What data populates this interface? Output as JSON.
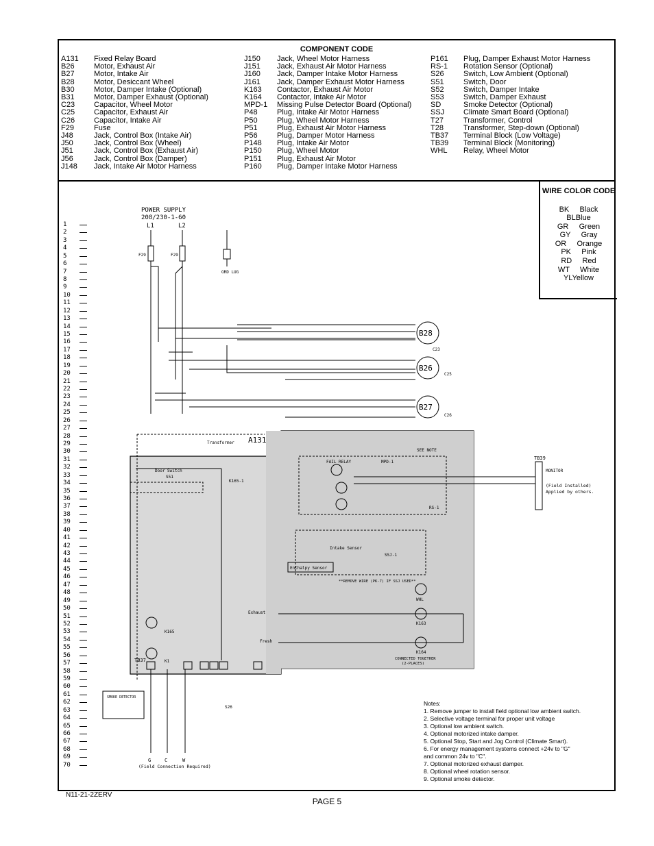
{
  "component_code": {
    "title": "COMPONENT CODE",
    "col1": [
      {
        "code": "A131",
        "desc": "Fixed Relay Board"
      },
      {
        "code": "B26",
        "desc": "Motor, Exhaust Air"
      },
      {
        "code": "B27",
        "desc": "Motor, Intake Air"
      },
      {
        "code": "B28",
        "desc": "Motor, Desiccant Wheel"
      },
      {
        "code": "B30",
        "desc": "Motor, Damper Intake (Optional)"
      },
      {
        "code": "B31",
        "desc": "Motor, Damper Exhaust (Optional)"
      },
      {
        "code": "C23",
        "desc": "Capacitor, Wheel Motor"
      },
      {
        "code": "C25",
        "desc": "Capacitor, Exhaust Air"
      },
      {
        "code": "C26",
        "desc": "Capacitor, Intake Air"
      },
      {
        "code": "F29",
        "desc": "Fuse"
      },
      {
        "code": "J48",
        "desc": "Jack, Control Box (Intake Air)"
      },
      {
        "code": "J50",
        "desc": "Jack, Control Box (Wheel)"
      },
      {
        "code": "J51",
        "desc": "Jack, Control Box (Exhaust Air)"
      },
      {
        "code": "J56",
        "desc": "Jack, Control Box (Damper)"
      },
      {
        "code": "J148",
        "desc": "Jack, Intake Air Motor Harness"
      }
    ],
    "col2": [
      {
        "code": "J150",
        "desc": "Jack, Wheel Motor Harness"
      },
      {
        "code": "J151",
        "desc": "Jack, Exhaust Air Motor Harness"
      },
      {
        "code": "J160",
        "desc": "Jack, Damper Intake Motor Harness"
      },
      {
        "code": "J161",
        "desc": "Jack, Damper Exhaust Motor Harness"
      },
      {
        "code": "K163",
        "desc": "Contactor, Exhaust Air Motor"
      },
      {
        "code": "K164",
        "desc": "Contactor, Intake Air Motor"
      },
      {
        "code": "MPD-1",
        "desc": "Missing Pulse Detector Board (Optional)"
      },
      {
        "code": "P48",
        "desc": "Plug, Intake Air Motor Harness"
      },
      {
        "code": "P50",
        "desc": "Plug, Wheel Motor Harness"
      },
      {
        "code": "P51",
        "desc": "Plug, Exhaust Air Motor Harness"
      },
      {
        "code": "P56",
        "desc": "Plug, Damper Motor Harness"
      },
      {
        "code": "P148",
        "desc": "Plug, Intake Air Motor"
      },
      {
        "code": "P150",
        "desc": "Plug, Wheel Motor"
      },
      {
        "code": "P151",
        "desc": "Plug, Exhaust Air Motor"
      },
      {
        "code": "P160",
        "desc": "Plug, Damper Intake Motor Harness"
      }
    ],
    "col3": [
      {
        "code": "P161",
        "desc": "Plug, Damper Exhaust Motor Harness"
      },
      {
        "code": "RS-1",
        "desc": "Rotation Sensor (Optional)"
      },
      {
        "code": "S26",
        "desc": "Switch, Low Ambient (Optional)"
      },
      {
        "code": "S51",
        "desc": "Switch, Door"
      },
      {
        "code": "S52",
        "desc": "Switch, Damper Intake"
      },
      {
        "code": "S53",
        "desc": "Switch, Damper Exhaust"
      },
      {
        "code": "SD",
        "desc": "Smoke Detector (Optional)"
      },
      {
        "code": "SSJ",
        "desc": "Climate Smart Board (Optional)"
      },
      {
        "code": "T27",
        "desc": "Transformer, Control"
      },
      {
        "code": "T28",
        "desc": "Transformer, Step-down (Optional)"
      },
      {
        "code": "TB37",
        "desc": "Terminal Block (Low Voltage)"
      },
      {
        "code": "TB39",
        "desc": "Terminal Block (Monitoring)"
      },
      {
        "code": "WHL",
        "desc": "Relay, Wheel Motor"
      }
    ]
  },
  "wire_color_code": {
    "title": "WIRE COLOR CODE",
    "items": [
      {
        "code": "BK",
        "color": "Black"
      },
      {
        "code": "BL",
        "color": "Blue"
      },
      {
        "code": "GR",
        "color": "Green"
      },
      {
        "code": "GY",
        "color": "Gray"
      },
      {
        "code": "OR",
        "color": "Orange"
      },
      {
        "code": "PK",
        "color": "Pink"
      },
      {
        "code": "RD",
        "color": "Red"
      },
      {
        "code": "WT",
        "color": "White"
      },
      {
        "code": "YL",
        "color": "Yellow"
      }
    ]
  },
  "row_numbers": [
    "1",
    "2",
    "3",
    "4",
    "5",
    "6",
    "7",
    "8",
    "9",
    "10",
    "11",
    "12",
    "13",
    "14",
    "15",
    "16",
    "17",
    "18",
    "19",
    "20",
    "21",
    "22",
    "23",
    "24",
    "25",
    "26",
    "27",
    "28",
    "29",
    "30",
    "31",
    "32",
    "33",
    "34",
    "35",
    "36",
    "37",
    "38",
    "39",
    "40",
    "41",
    "42",
    "43",
    "44",
    "45",
    "46",
    "47",
    "48",
    "49",
    "50",
    "51",
    "52",
    "53",
    "54",
    "55",
    "56",
    "57",
    "58",
    "59",
    "60",
    "61",
    "62",
    "63",
    "64",
    "65",
    "66",
    "67",
    "68",
    "69",
    "70"
  ],
  "diagram": {
    "power_supply": "POWER SUPPLY",
    "power_rating": "208/230-1-60",
    "l1": "L1",
    "l2": "L2",
    "f29": "F29",
    "grd_lug": "GRD LUG",
    "a131": "A131",
    "transformer": "Transformer",
    "door_switch": "Door Switch",
    "s51": "S51",
    "k165_1": "K165-1",
    "k165": "K165",
    "k1": "K1",
    "fail_relay": "FAIL RELAY",
    "mpd1": "MPD-1",
    "see_note_8": "SEE NOTE",
    "intake_sensor": "Intake Sensor",
    "enthalpy_sensor": "Enthalpy Sensor",
    "exhaust": "Exhaust",
    "fresh": "Fresh",
    "tb37": "TB37",
    "tb39": "TB39",
    "monitor": "MONITOR",
    "field_installed": "(Field Installed)",
    "applied_by_others": "Applied by others.",
    "b28": "B28",
    "b26": "B26",
    "b27": "B27",
    "c23": "C23",
    "c25": "C25",
    "c26": "C26",
    "k163": "K163",
    "k164": "K164",
    "whl": "WHL",
    "ssj1": "SSJ-1",
    "rs1": "RS-1",
    "s26": "S26",
    "smoke_detector": "SMOKE DETECTOR",
    "connected_together": "CONNECTED TOGETHER",
    "two_places": "(2-PLACES)",
    "field_connection": "(Field Connection Required)",
    "remove_wire": "**REMOVE WIRE (PK-7) IF SSJ USED**",
    "terminal_g": "G",
    "terminal_c": "C",
    "terminal_w": "W"
  },
  "notes": {
    "title": "Notes:",
    "items": [
      "1.  Remove jumper to install field optional low ambient switch.",
      "2.  Selective voltage terminal for proper unit voltage",
      "3.  Optional low ambient switch.",
      "4.  Optional motorized intake damper.",
      "5.  Optional Stop, Start and Jog Control (Climate Smart).",
      "6.  For energy management systems connect +24v to \"G\"",
      "     and common 24v to \"C\".",
      "7.  Optional motorized exhaust damper.",
      "8.  Optional wheel rotation sensor.",
      "9.  Optional smoke detector."
    ]
  },
  "ref_code": "N11-21-2ZERV",
  "page_label": "PAGE 5"
}
